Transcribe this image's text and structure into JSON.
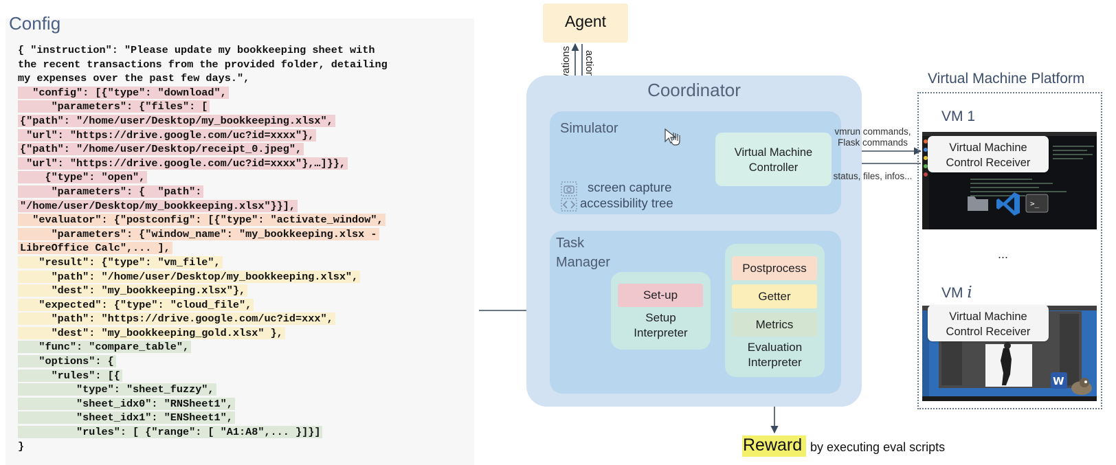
{
  "config": {
    "title": "Config",
    "lines": [
      "{ \"instruction\": \"Please update my bookkeeping sheet with",
      "the recent transactions from the provided folder, detailing",
      "my expenses over the past few days.\",",
      "  \"config\": [{\"type\": \"download\",",
      "     \"parameters\": {\"files\": [",
      "{\"path\": \"/home/user/Desktop/my_bookkeeping.xlsx\",",
      " \"url\": \"https://drive.google.com/uc?id=xxxx\"},",
      "{\"path\": \"/home/user/Desktop/receipt_0.jpeg\",",
      " \"url\": \"https://drive.google.com/uc?id=xxxx\"},…]}},",
      "    {\"type\": \"open\",",
      "     \"parameters\": {  \"path\":",
      "\"/home/user/Desktop/my_bookkeeping.xlsx\"}}],",
      "  \"evaluator\": {\"postconfig\": [{\"type\": \"activate_window\",",
      "     \"parameters\": {\"window_name\": \"my_bookkeeping.xlsx -",
      "LibreOffice Calc\",... ],",
      "   \"result\": {\"type\": \"vm_file\",",
      "     \"path\": \"/home/user/Desktop/my_bookkeeping.xlsx\",",
      "     \"dest\": \"my_bookkeeping.xlsx\"},",
      "   \"expected\": {\"type\": \"cloud_file\",",
      "     \"path\": \"https://drive.google.com/uc?id=xxx\",",
      "     \"dest\": \"my_bookkeeping_gold.xlsx\" },",
      "   \"func\": \"compare_table\",",
      "   \"options\": {",
      "     \"rules\": [{",
      "         \"type\": \"sheet_fuzzy\",",
      "         \"sheet_idx0\": \"RNSheet1\",",
      "         \"sheet_idx1\": \"ENSheet1\",",
      "         \"rules\": [ {\"range\": [ \"A1:A8\",... }]}]",
      "}"
    ]
  },
  "diagram": {
    "agent": "Agent",
    "observations": "observations",
    "actions": "actions",
    "coordinator": "Coordinator",
    "simulator": "Simulator",
    "vm_controller": "Virtual Machine\nController",
    "capture_line1": "screen capture",
    "capture_line2": "accessibility tree",
    "task_manager": "Task\nManager",
    "setup": "Set-up",
    "setup_interpreter": "Setup\nInterpreter",
    "postprocess": "Postprocess",
    "getter": "Getter",
    "metrics": "Metrics",
    "eval_interpreter": "Evaluation\nInterpreter",
    "reward": "Reward",
    "reward_suffix": "by executing eval scripts",
    "commands": "vmrun commands,\nFlask commands",
    "status": "status, files, infos..."
  },
  "vm_platform": {
    "title": "Virtual Machine Platform",
    "vm1": "VM 1",
    "vmi_prefix": "VM",
    "vmi_suffix": "i",
    "ellipsis": "...",
    "receiver": "Virtual Machine\nControl Receiver"
  },
  "colors": {
    "agent_bg": "#fcefd2",
    "coordinator_bg": "#d2e2f2",
    "module_bg": "#b9d6ef",
    "controller_bg": "#d6efe8",
    "interpreter_bg": "#c9e8e4",
    "setup_bg": "#f0c7cc",
    "postprocess_bg": "#f9dcc9",
    "getter_bg": "#fbeeb9",
    "metrics_bg": "#d3e4d0",
    "reward_highlight": "#f3f06b",
    "config_red": "#f0d0d2",
    "config_orange": "#f9dcc9",
    "config_yellow": "#fbf0cd",
    "config_green": "#dde8d8"
  },
  "icons": [
    "cursor-icon",
    "camera-icon",
    "accessibility-icon",
    "vscode-icon",
    "terminal-icon",
    "folder-icon",
    "word-icon",
    "gimp-icon"
  ]
}
